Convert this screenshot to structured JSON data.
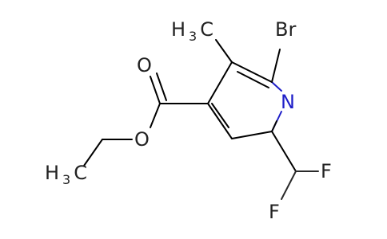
{
  "molecule": {
    "atoms": {
      "br": "Br",
      "n": "N",
      "o_carbonyl": "O",
      "o_ester": "O",
      "f1": "F",
      "f2": "F",
      "ch3_top": {
        "main": "H",
        "sub": "3",
        "tail": "C"
      },
      "ch3_left": {
        "main": "H",
        "sub": "3",
        "tail": "C"
      }
    },
    "colors": {
      "bond": "#000000",
      "nitrogen": "#1e1ec8",
      "text": "#222222"
    }
  }
}
